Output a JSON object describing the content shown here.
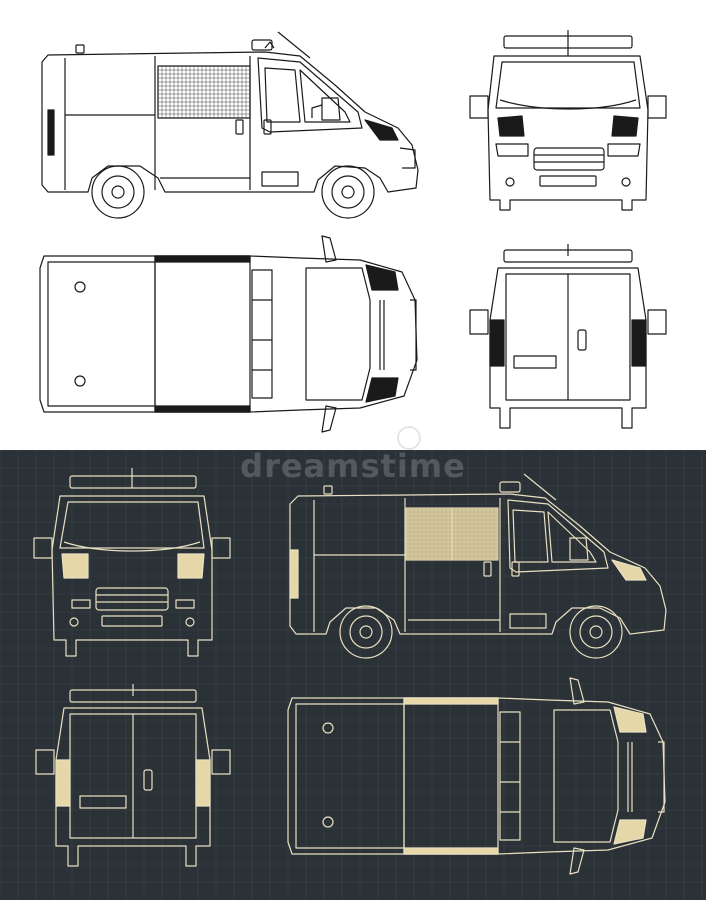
{
  "watermark": {
    "text": "dreamstime"
  },
  "colors": {
    "light_bg": "#ffffff",
    "light_line": "#1a1a1a",
    "dark_bg": "#2b3237",
    "dark_line": "#e9e0c2",
    "dark_fill": "#e6d7a8",
    "grid": "#3a434a"
  },
  "views": [
    "side-view",
    "front-view",
    "top-view",
    "rear-view"
  ]
}
